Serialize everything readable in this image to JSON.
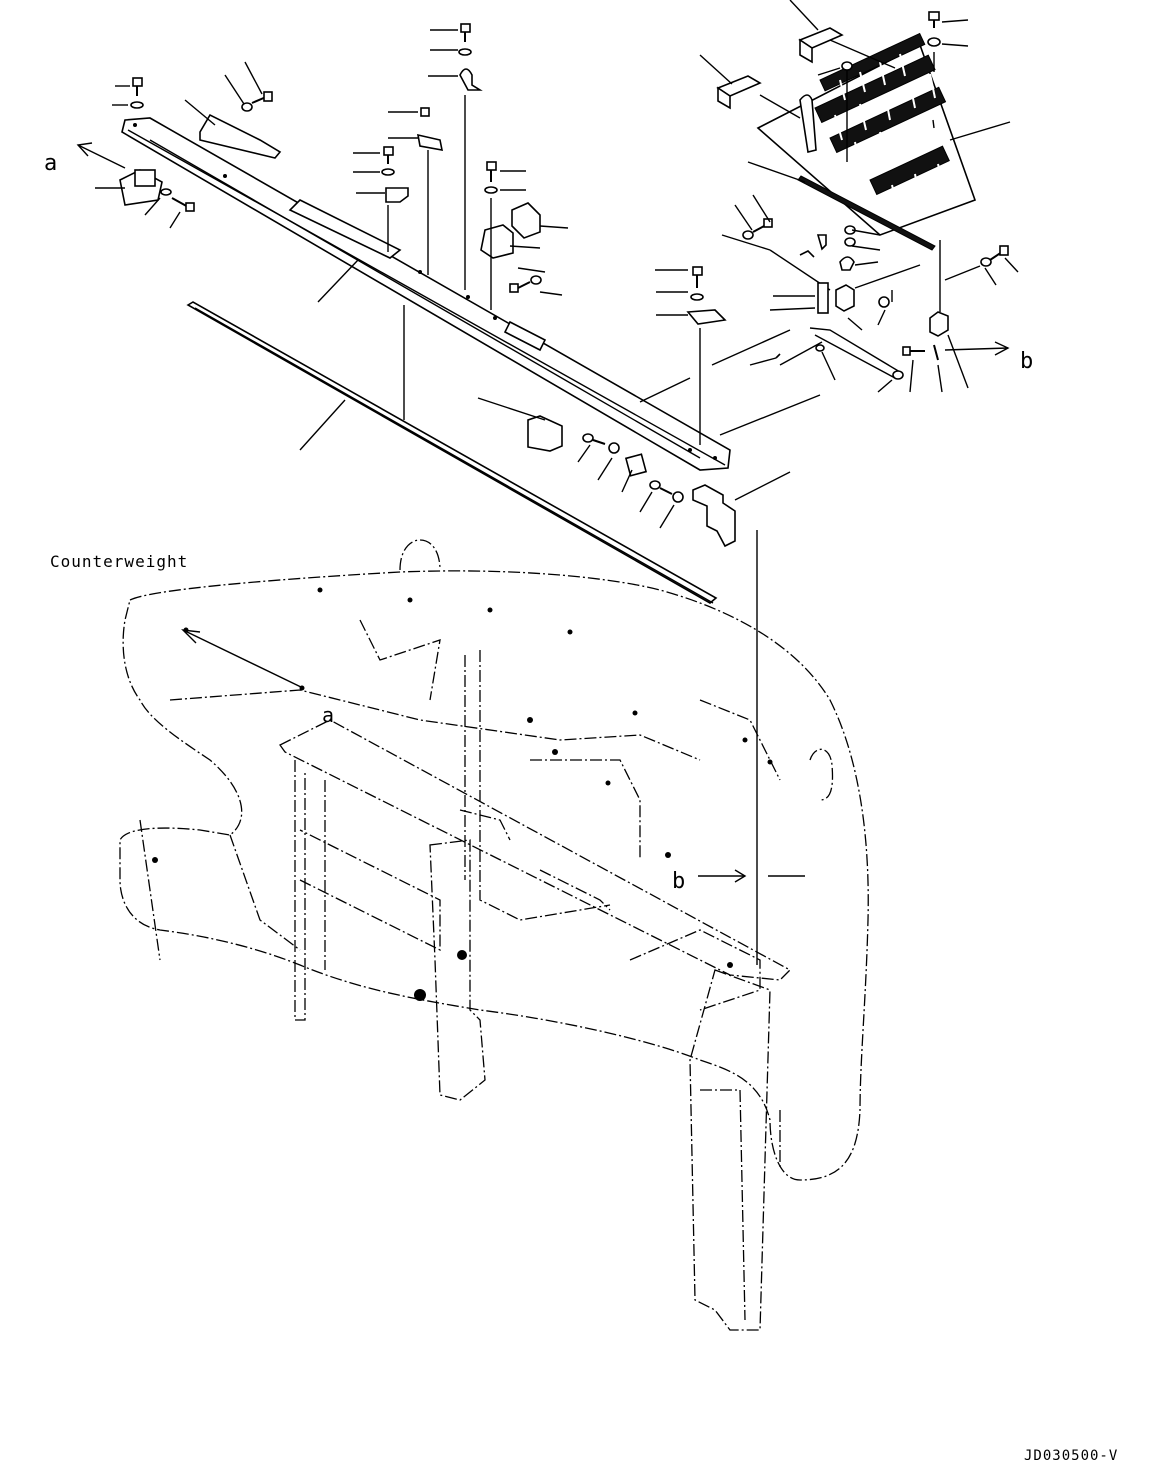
{
  "labels": {
    "counterweight": "Counterweight",
    "ref_a_top": "a",
    "ref_a_bottom": "a",
    "ref_b_top": "b",
    "ref_b_bottom": "b",
    "drawing_code": "JD030500-V"
  },
  "icons": {
    "arrow": "arrow-icon",
    "bolt": "bolt-icon",
    "washer": "washer-icon",
    "bracket": "bracket-icon",
    "grating": "grating-icon"
  }
}
